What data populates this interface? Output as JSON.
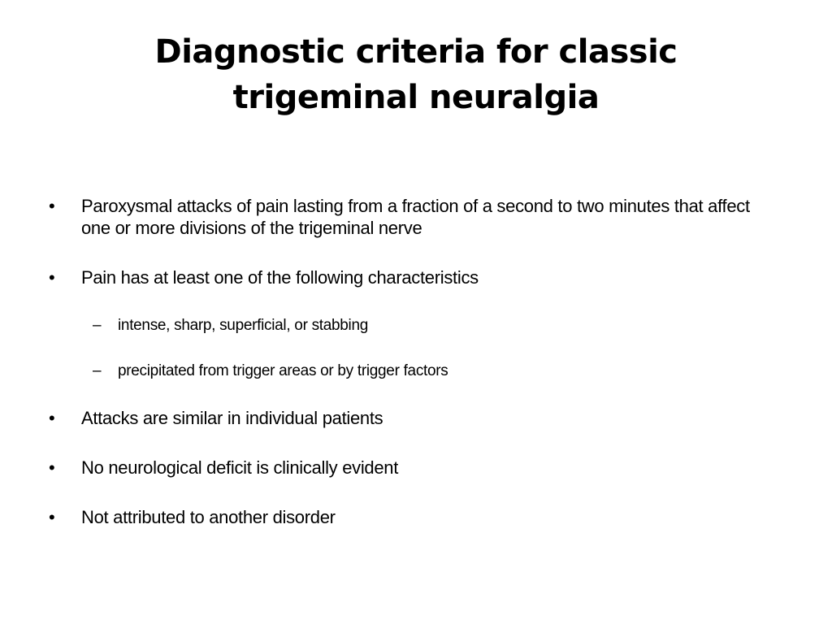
{
  "slide": {
    "title_lines": [
      "Diagnostic criteria for classic",
      "trigeminal neuralgia"
    ],
    "bullet_glyph": "•",
    "dash_glyph": "–",
    "items": [
      {
        "level": 1,
        "text": "Paroxysmal attacks of pain lasting from a fraction of a second to two minutes that affect one or more divisions of the trigeminal nerve"
      },
      {
        "level": 1,
        "text": "Pain has at least one of the following characteristics"
      },
      {
        "level": 2,
        "text": "intense, sharp, superficial, or stabbing"
      },
      {
        "level": 2,
        "text": "precipitated from trigger areas or by trigger factors"
      },
      {
        "level": 1,
        "text": "Attacks are similar in individual patients"
      },
      {
        "level": 1,
        "text": "No neurological deficit is clinically evident"
      },
      {
        "level": 1,
        "text": "Not attributed to another disorder"
      }
    ]
  }
}
